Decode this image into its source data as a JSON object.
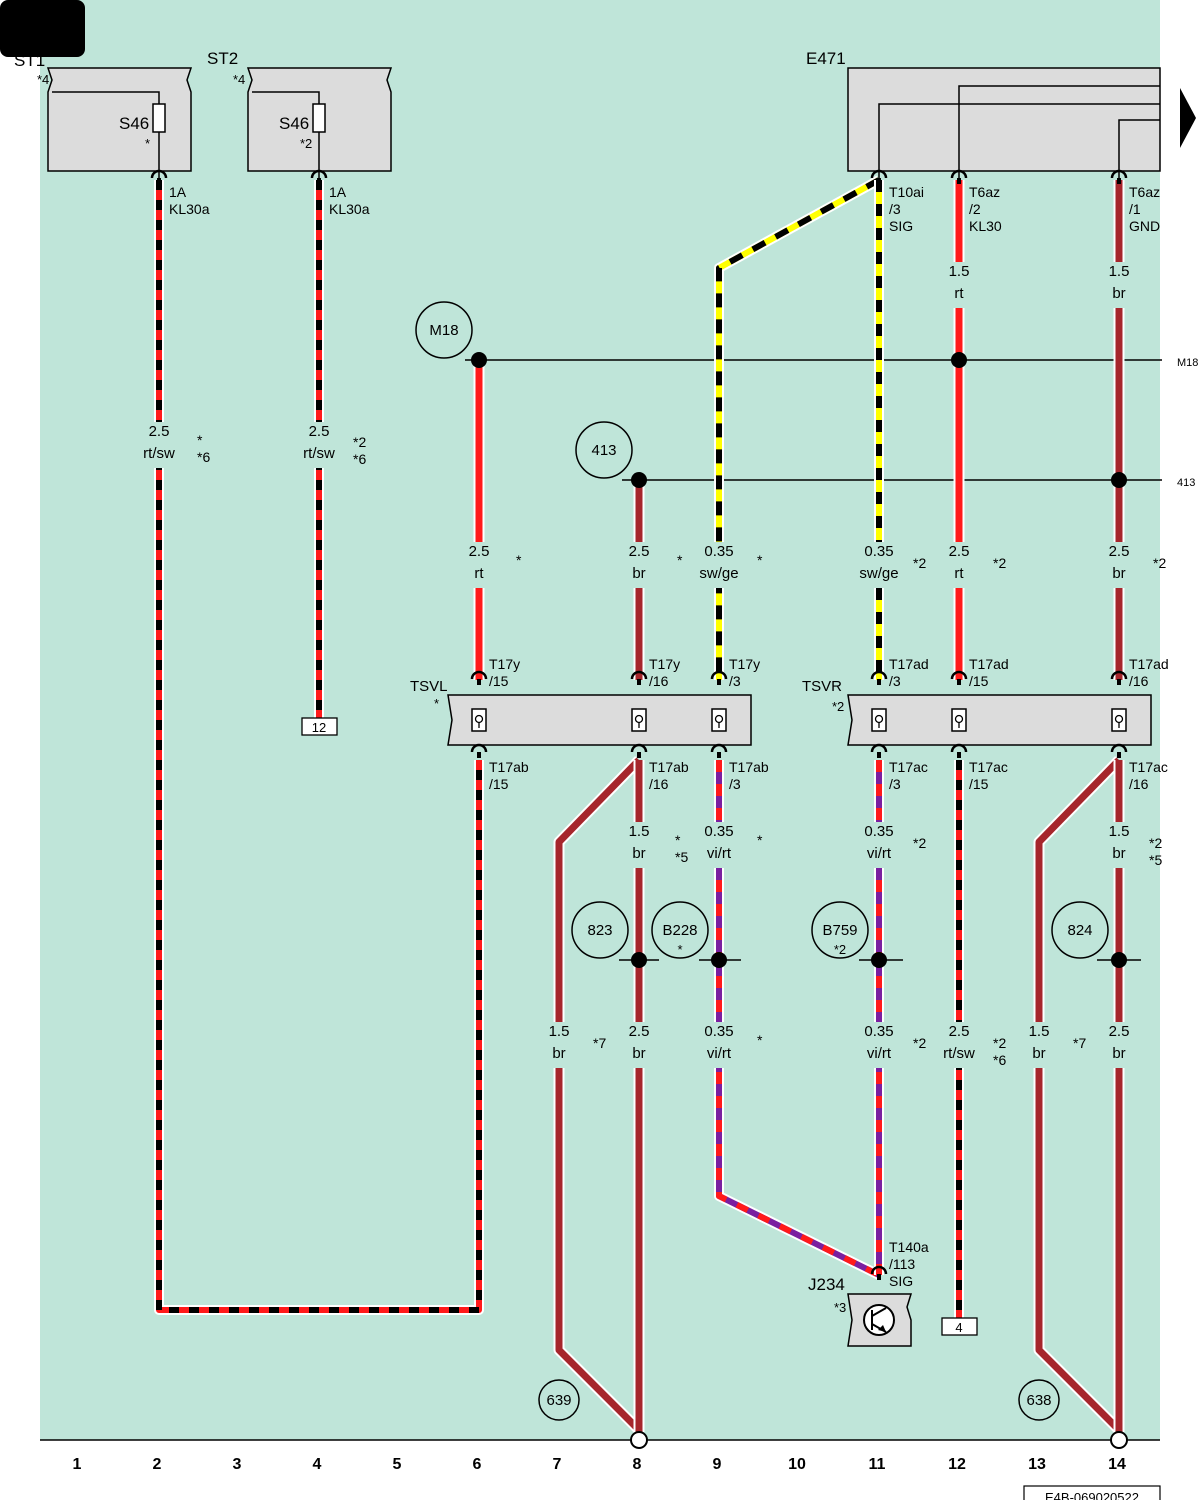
{
  "colors": {
    "background": "#bfe5d9",
    "component_fill": "#dcdcdc",
    "red": "#ff1a1a",
    "black": "#000000",
    "yellow": "#ffff00",
    "violet": "#7a1fa0",
    "brown": "#a6262c",
    "outline": "#ffffff"
  },
  "grid_numbers": [
    "1",
    "2",
    "3",
    "4",
    "5",
    "6",
    "7",
    "8",
    "9",
    "10",
    "11",
    "12",
    "13",
    "14"
  ],
  "doc_id": "E4B-069020522",
  "components": {
    "st1": {
      "label": "ST1",
      "star": "*4",
      "fuse": "S46",
      "fuse_star": "*"
    },
    "st2": {
      "label": "ST2",
      "star": "*4",
      "fuse": "S46",
      "fuse_star": "*2"
    },
    "e471": {
      "label": "E471"
    },
    "tsvl": {
      "label": "TSVL",
      "star": "*"
    },
    "tsvr": {
      "label": "TSVR",
      "star": "*2"
    },
    "j234": {
      "label": "J234",
      "star": "*3"
    }
  },
  "pins": [
    {
      "id": "st1-1a",
      "line1": "1A",
      "line2": "KL30a",
      "line3": ""
    },
    {
      "id": "st2-1a",
      "line1": "1A",
      "line2": "KL30a",
      "line3": ""
    },
    {
      "id": "e471-t10ai",
      "line1": "T10ai",
      "line2": "/3",
      "line3": "SIG"
    },
    {
      "id": "e471-t6az-2",
      "line1": "T6az",
      "line2": "/2",
      "line3": "KL30"
    },
    {
      "id": "e471-t6az-1",
      "line1": "T6az",
      "line2": "/1",
      "line3": "GND"
    },
    {
      "id": "t17y-15",
      "line1": "T17y",
      "line2": "/15",
      "line3": ""
    },
    {
      "id": "t17y-16",
      "line1": "T17y",
      "line2": "/16",
      "line3": ""
    },
    {
      "id": "t17y-3",
      "line1": "T17y",
      "line2": "/3",
      "line3": ""
    },
    {
      "id": "t17ad-3",
      "line1": "T17ad",
      "line2": "/3",
      "line3": ""
    },
    {
      "id": "t17ad-15",
      "line1": "T17ad",
      "line2": "/15",
      "line3": ""
    },
    {
      "id": "t17ad-16",
      "line1": "T17ad",
      "line2": "/16",
      "line3": ""
    },
    {
      "id": "t17ab-15",
      "line1": "T17ab",
      "line2": "/15",
      "line3": ""
    },
    {
      "id": "t17ab-16",
      "line1": "T17ab",
      "line2": "/16",
      "line3": ""
    },
    {
      "id": "t17ab-3",
      "line1": "T17ab",
      "line2": "/3",
      "line3": ""
    },
    {
      "id": "t17ac-3",
      "line1": "T17ac",
      "line2": "/3",
      "line3": ""
    },
    {
      "id": "t17ac-15",
      "line1": "T17ac",
      "line2": "/15",
      "line3": ""
    },
    {
      "id": "t17ac-16",
      "line1": "T17ac",
      "line2": "/16",
      "line3": ""
    },
    {
      "id": "t140a",
      "line1": "T140a",
      "line2": "/113",
      "line3": "SIG"
    }
  ],
  "wire_labels": [
    {
      "size": "2.5",
      "color": "rt/sw",
      "note1": "*",
      "note2": "*6"
    },
    {
      "size": "2.5",
      "color": "rt/sw",
      "note1": "*2",
      "note2": "*6"
    },
    {
      "size": "1.5",
      "color": "rt",
      "note1": "",
      "note2": ""
    },
    {
      "size": "1.5",
      "color": "br",
      "note1": "",
      "note2": ""
    },
    {
      "size": "2.5",
      "color": "rt",
      "note1": "*",
      "note2": ""
    },
    {
      "size": "2.5",
      "color": "br",
      "note1": "*",
      "note2": ""
    },
    {
      "size": "0.35",
      "color": "sw/ge",
      "note1": "*",
      "note2": ""
    },
    {
      "size": "0.35",
      "color": "sw/ge",
      "note1": "*2",
      "note2": ""
    },
    {
      "size": "2.5",
      "color": "rt",
      "note1": "*2",
      "note2": ""
    },
    {
      "size": "2.5",
      "color": "br",
      "note1": "*2",
      "note2": ""
    },
    {
      "size": "1.5",
      "color": "br",
      "note1": "*",
      "note2": "*5"
    },
    {
      "size": "0.35",
      "color": "vi/rt",
      "note1": "*",
      "note2": ""
    },
    {
      "size": "0.35",
      "color": "vi/rt",
      "note1": "*2",
      "note2": ""
    },
    {
      "size": "1.5",
      "color": "br",
      "note1": "*2",
      "note2": "*5"
    },
    {
      "size": "1.5",
      "color": "br",
      "note1": "*7",
      "note2": ""
    },
    {
      "size": "2.5",
      "color": "br",
      "note1": "",
      "note2": ""
    },
    {
      "size": "0.35",
      "color": "vi/rt",
      "note1": "*",
      "note2": ""
    },
    {
      "size": "0.35",
      "color": "vi/rt",
      "note1": "*2",
      "note2": ""
    },
    {
      "size": "2.5",
      "color": "rt/sw",
      "note1": "*2",
      "note2": "*6"
    },
    {
      "size": "1.5",
      "color": "br",
      "note1": "*7",
      "note2": ""
    },
    {
      "size": "2.5",
      "color": "br",
      "note1": "",
      "note2": ""
    }
  ],
  "circle_refs": [
    {
      "id": "m18",
      "label": "M18",
      "star": ""
    },
    {
      "id": "413",
      "label": "413",
      "star": ""
    },
    {
      "id": "823",
      "label": "823",
      "star": ""
    },
    {
      "id": "b228",
      "label": "B228",
      "star": "*"
    },
    {
      "id": "b759",
      "label": "B759",
      "star": "*2"
    },
    {
      "id": "824",
      "label": "824",
      "star": ""
    },
    {
      "id": "639",
      "label": "639",
      "star": ""
    },
    {
      "id": "638",
      "label": "638",
      "star": ""
    }
  ],
  "bus_labels": {
    "m18": "M18",
    "413": "413"
  },
  "box_refs": [
    {
      "id": "ref-12",
      "label": "12"
    },
    {
      "id": "ref-4",
      "label": "4"
    }
  ]
}
